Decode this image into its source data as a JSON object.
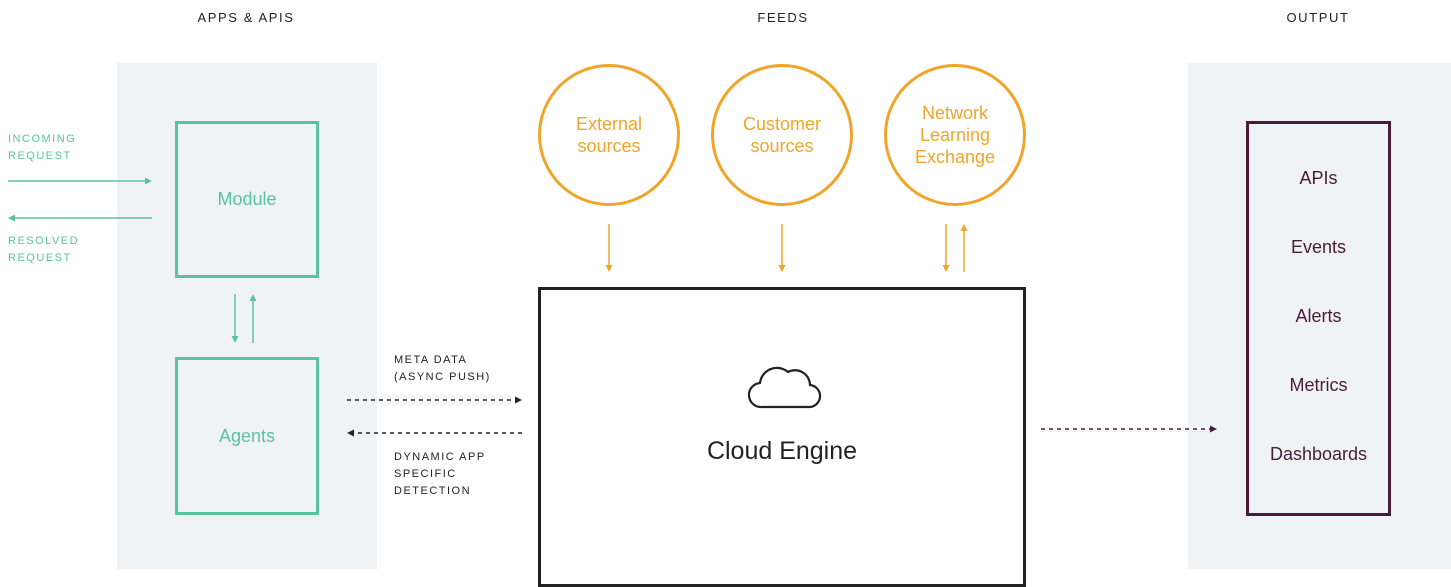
{
  "headers": {
    "apps": "APPS & APIS",
    "feeds": "FEEDS",
    "output": "OUTPUT"
  },
  "apps": {
    "module_label": "Module",
    "agents_label": "Agents",
    "incoming_line1": "INCOMING",
    "incoming_line2": "REQUEST",
    "resolved_line1": "RESOLVED",
    "resolved_line2": "REQUEST"
  },
  "connections": {
    "meta_line1": "META DATA",
    "meta_line2": "(ASYNC PUSH)",
    "dynamic_line1": "DYNAMIC APP",
    "dynamic_line2": "SPECIFIC",
    "dynamic_line3": "DETECTION"
  },
  "feeds": {
    "external_line1": "External",
    "external_line2": "sources",
    "customer_line1": "Customer",
    "customer_line2": "sources",
    "network_line1": "Network",
    "network_line2": "Learning",
    "network_line3": "Exchange"
  },
  "engine": {
    "title": "Cloud Engine",
    "icon": "cloud-icon"
  },
  "output": {
    "items": [
      "APIs",
      "Events",
      "Alerts",
      "Metrics",
      "Dashboards"
    ]
  },
  "colors": {
    "green": "#5cc29e",
    "orange": "#f0a52a",
    "dark": "#222222",
    "purple": "#4a1a3a",
    "panel": "#f0f3f5"
  }
}
